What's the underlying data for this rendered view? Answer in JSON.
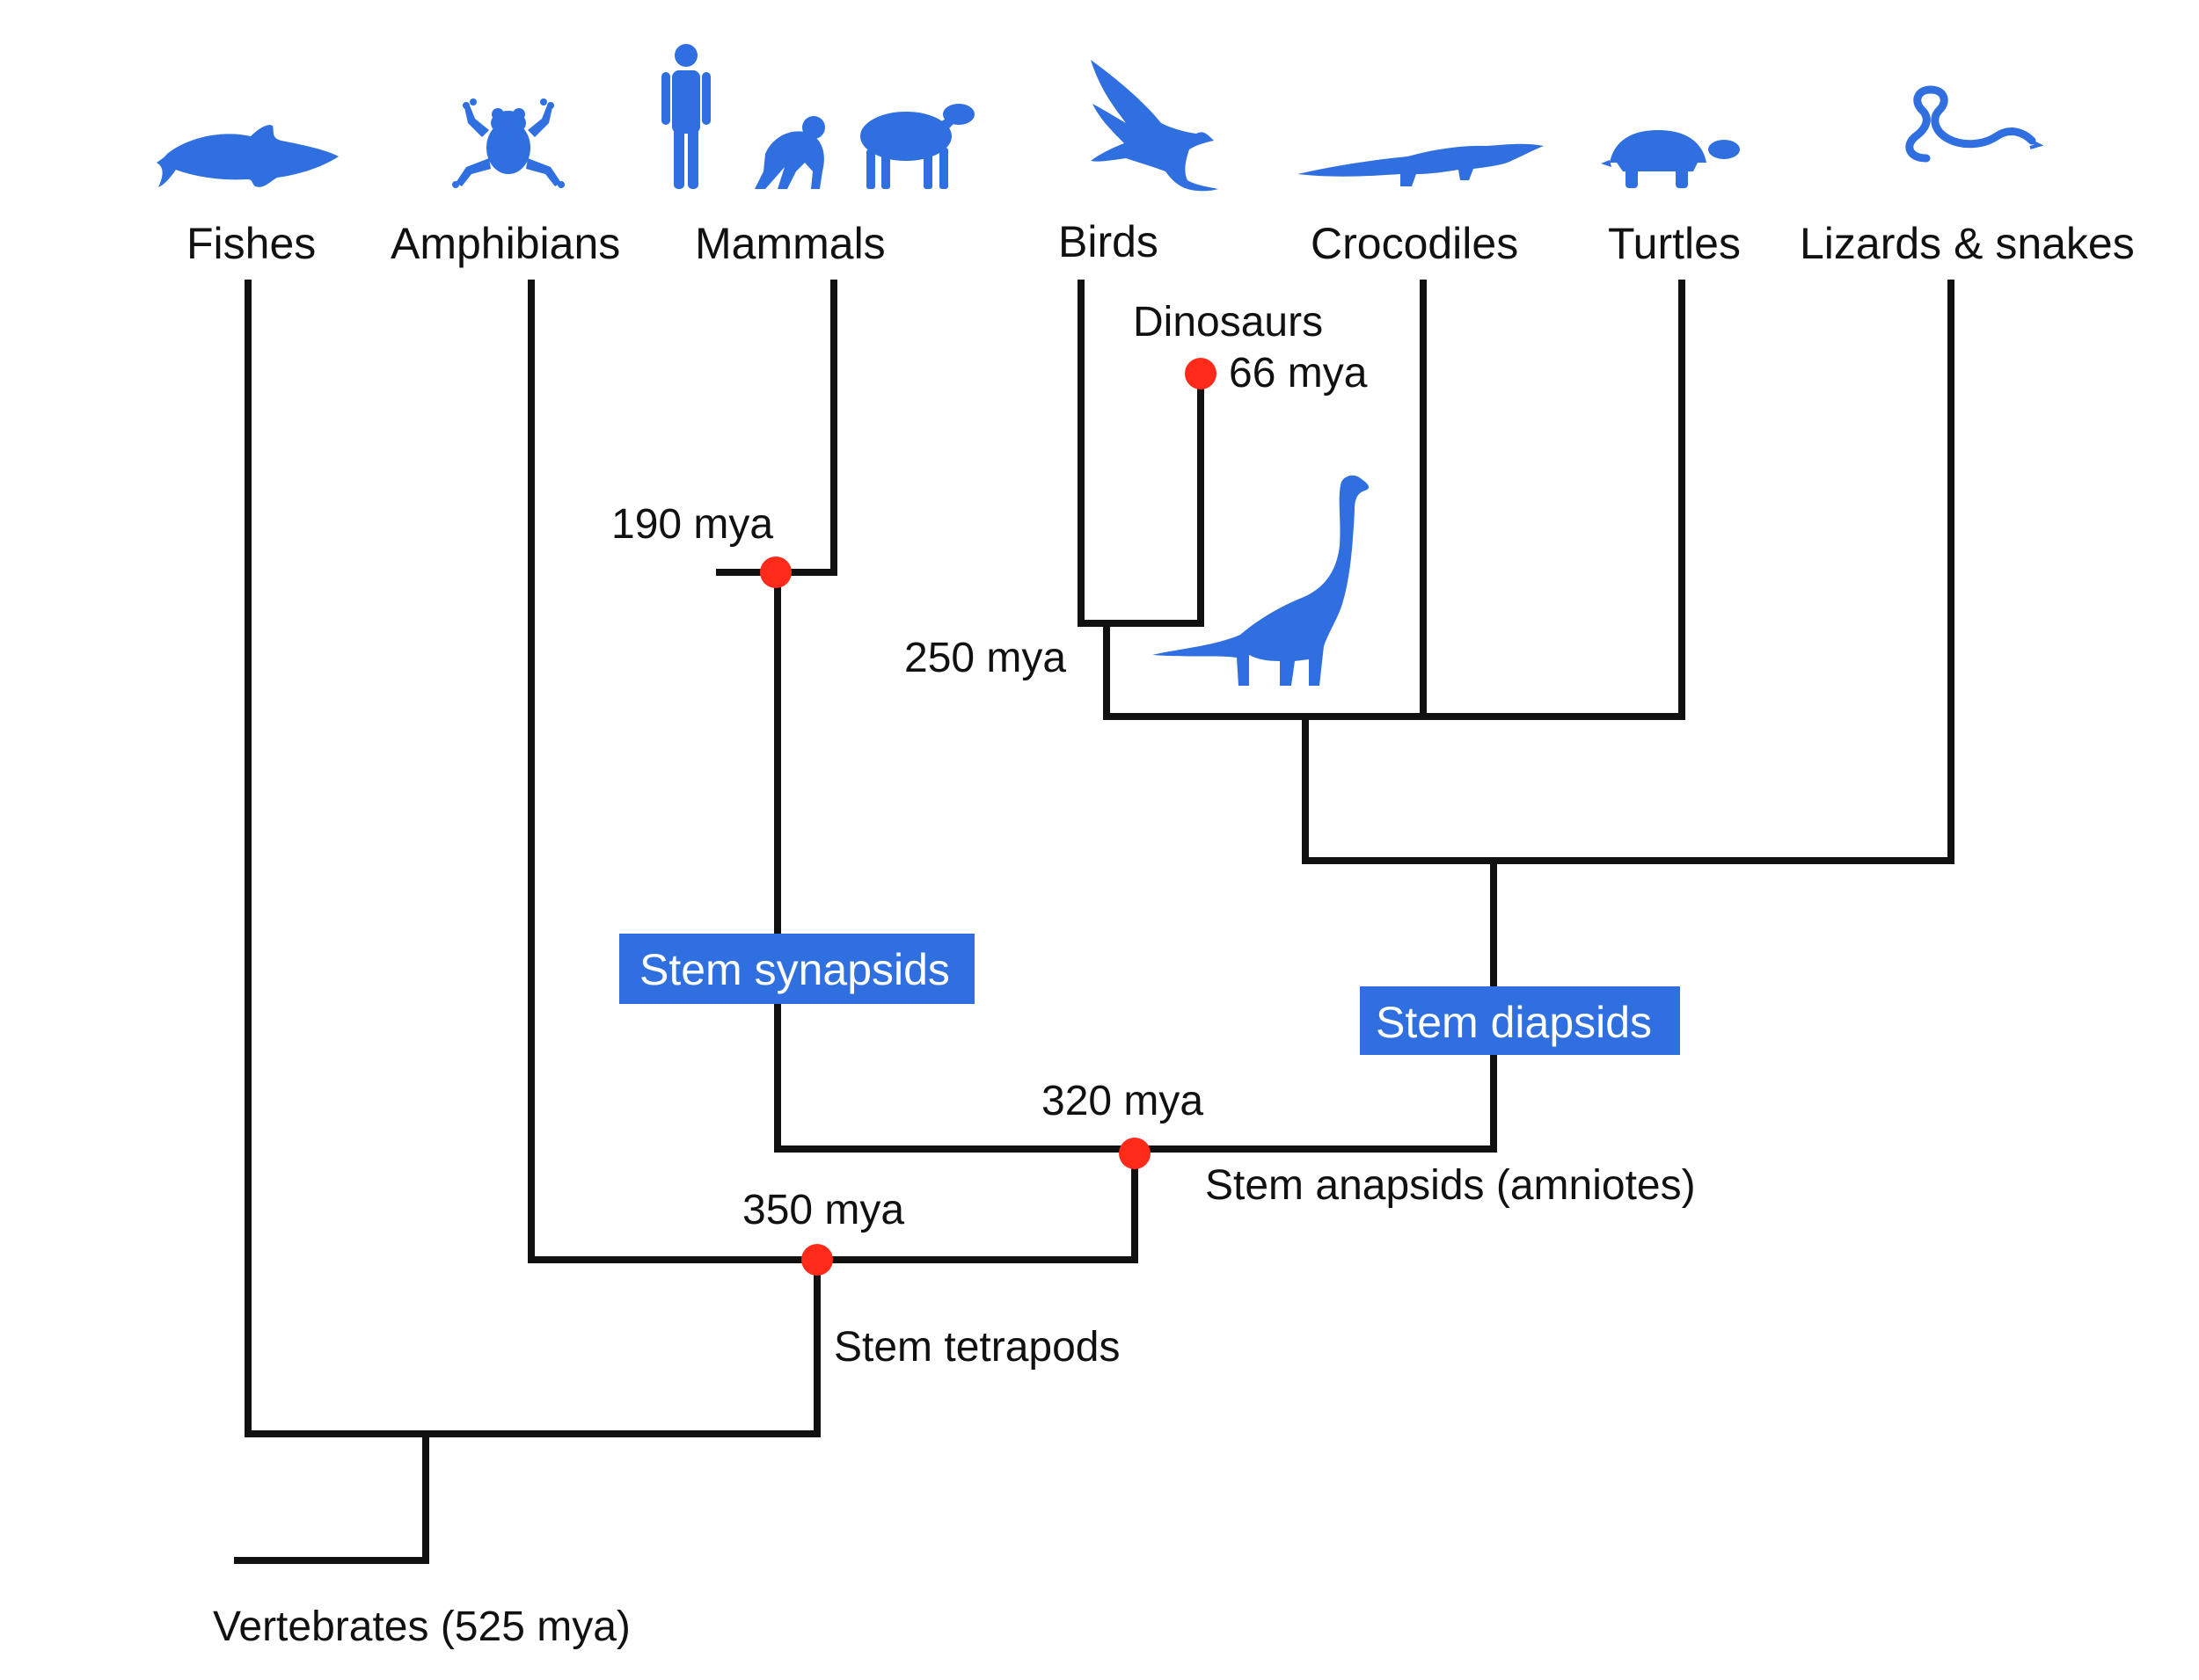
{
  "colors": {
    "branch": "#111111",
    "node": "#ff2a1a",
    "icon": "#2f6fdf",
    "stem_box": "#2f6fdf",
    "stem_box_text": "#ffffff"
  },
  "taxa": {
    "fishes": "Fishes",
    "amphibians": "Amphibians",
    "mammals": "Mammals",
    "birds": "Birds",
    "crocodiles": "Crocodiles",
    "turtles": "Turtles",
    "lizards_snakes": "Lizards & snakes"
  },
  "icons": {
    "fishes": "fish-icon",
    "amphibians": "frog-icon",
    "mammals": [
      "human-icon",
      "chimpanzee-icon",
      "sheep-icon"
    ],
    "birds": "eagle-icon",
    "crocodiles": "crocodile-icon",
    "turtles": "turtle-icon",
    "lizards_snakes": "snake-icon",
    "dinosaurs": "sauropod-icon"
  },
  "nodes": {
    "dinosaurs": "Dinosaurs",
    "dinosaurs_age": "66 mya",
    "mammals_age": "190 mya",
    "archosaurs_age": "250 mya",
    "amniotes_age": "320 mya",
    "tetrapods_age": "350 mya"
  },
  "stems": {
    "synapsids": "Stem synapsids",
    "diapsids": "Stem diapsids",
    "anapsids": "Stem anapsids (amniotes)",
    "tetrapods": "Stem tetrapods",
    "vertebrates": "Vertebrates (525 mya)"
  }
}
